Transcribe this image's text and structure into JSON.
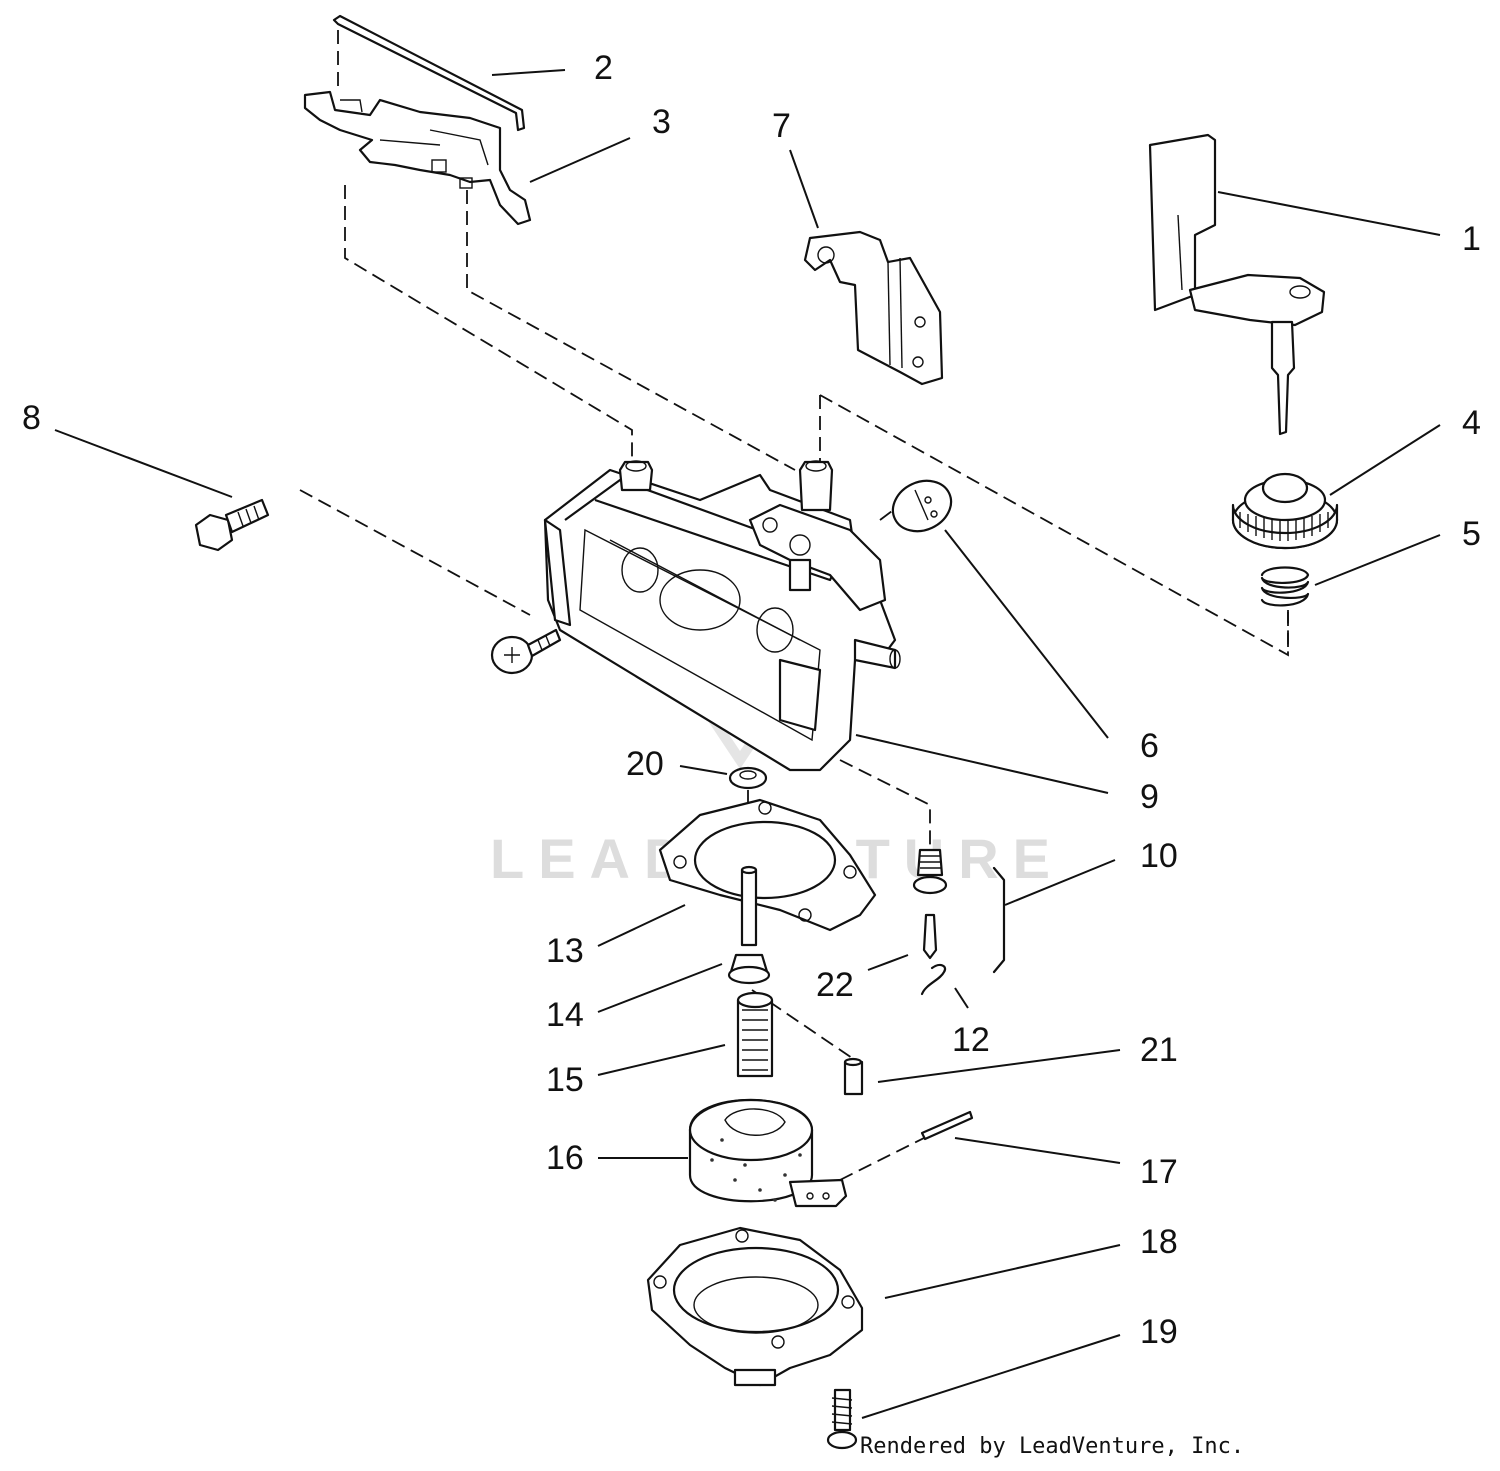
{
  "diagram": {
    "callouts": [
      "1",
      "2",
      "3",
      "4",
      "5",
      "6",
      "7",
      "8",
      "9",
      "10",
      "12",
      "13",
      "14",
      "15",
      "16",
      "17",
      "18",
      "19",
      "20",
      "21",
      "22"
    ],
    "watermark": "LEADVENTURE",
    "credit": "Rendered by LeadVenture, Inc.",
    "colors": {
      "line": "#111111",
      "background": "#ffffff",
      "watermark": "#dddddd"
    }
  }
}
